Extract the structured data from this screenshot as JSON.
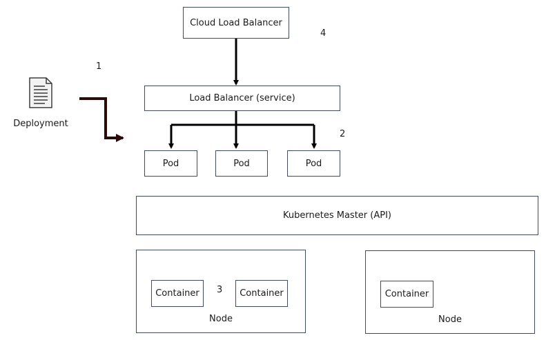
{
  "cloud_lb": {
    "label": "Cloud Load Balancer"
  },
  "service_lb": {
    "label": "Load Balancer (service)"
  },
  "pods": [
    {
      "label": "Pod"
    },
    {
      "label": "Pod"
    },
    {
      "label": "Pod"
    }
  ],
  "deployment": {
    "label": "Deployment",
    "icon": "document-icon"
  },
  "master": {
    "label": "Kubernetes Master (API)"
  },
  "nodes": [
    {
      "label": "Node",
      "containers": [
        {
          "label": "Container"
        },
        {
          "label": "Container"
        }
      ]
    },
    {
      "label": "Node",
      "containers": [
        {
          "label": "Container"
        }
      ]
    }
  ],
  "step_numbers": {
    "one": "1",
    "two": "2",
    "three": "3",
    "four": "4"
  },
  "colors": {
    "stroke": "#3f4a5c",
    "arrow": "#000000",
    "deployment_arrow": "#2b0a0a"
  }
}
